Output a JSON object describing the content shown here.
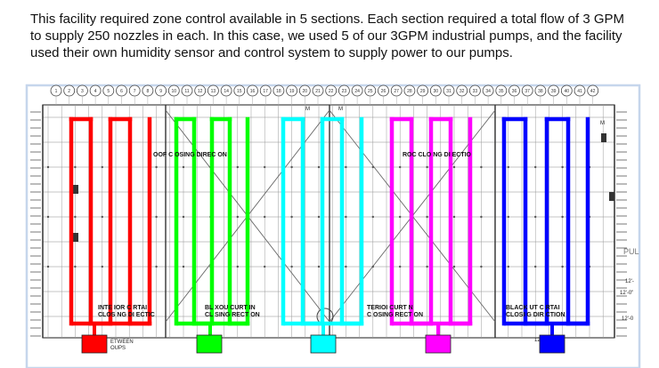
{
  "caption": {
    "lines": [
      "This facility required zone control available in 5 sections. Each section required a total flow of 3 GPM",
      "to supply 250 nozzles in each. In this case, we used 5 of our 3GPM industrial pumps, and the facility",
      "used their own humidity sensor and control system to supply power to our pumps."
    ]
  },
  "plan": {
    "grid_numbers": [
      "1",
      "2",
      "3",
      "4",
      "5",
      "6",
      "7",
      "8",
      "9",
      "10",
      "11",
      "12",
      "13",
      "14",
      "15",
      "16",
      "17",
      "18",
      "19",
      "20",
      "21",
      "22",
      "23",
      "24",
      "25",
      "26",
      "27",
      "28",
      "29",
      "30",
      "31",
      "32",
      "33",
      "34",
      "35",
      "36",
      "37",
      "38",
      "39",
      "40",
      "41",
      "42"
    ],
    "labels": {
      "roof_left": "OOF C OSING DIREC ON",
      "roof_right": "ROC CLO NG DI ECTIO",
      "curtain1_line1": "INTE IOR C RTAI",
      "curtain1_line2": "CLOS NG DI ECTIC",
      "curtain2_line1": "BL XOU CURT IN",
      "curtain2_line2": "CL SING RECT ON",
      "curtain3_line1": "TERIOI CURT N",
      "curtain3_line2": "C OSING RECT ON",
      "curtain4_line1": "BLACK UT C RTAI",
      "curtain4_line2": "CLOSI G DIR CTION",
      "between": "ETWEEN",
      "between2": "OUPS",
      "side_pul": "PUL",
      "dim1": "12'-",
      "dim2": "12'-0\"",
      "dim3": "12'-0",
      "dim4": "12",
      "mark_m": "M"
    },
    "zones": [
      {
        "name": "zone-1",
        "color": "#ff0000"
      },
      {
        "name": "zone-2",
        "color": "#00ff00"
      },
      {
        "name": "zone-3",
        "color": "#00ffff"
      },
      {
        "name": "zone-4",
        "color": "#ff00ff"
      },
      {
        "name": "zone-5",
        "color": "#0000ff"
      }
    ]
  }
}
